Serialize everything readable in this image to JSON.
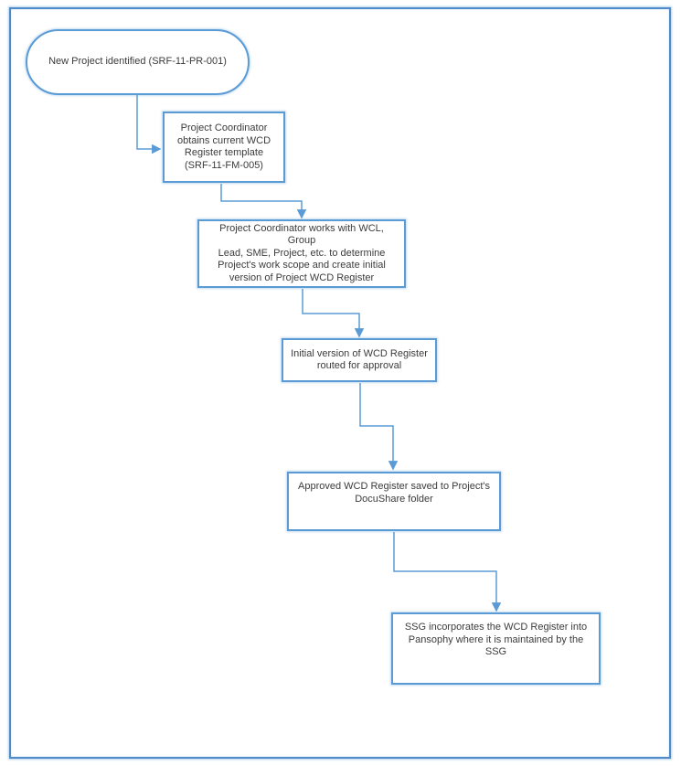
{
  "colors": {
    "shape_border": "#5B9BD5",
    "connector": "#5B9BD5",
    "frame_border": "#4E8BC8",
    "text": "#3B3B3B",
    "background": "#FFFFFF"
  },
  "diagram": {
    "type": "flowchart",
    "nodes": [
      {
        "id": "new-project",
        "shape": "terminator",
        "label": "New Project identified (SRF-11-PR-001)"
      },
      {
        "id": "obtain-template",
        "shape": "process",
        "label": "Project Coordinator\nobtains current WCD\nRegister template\n(SRF-11-FM-005)"
      },
      {
        "id": "create-register",
        "shape": "process",
        "label": "Project Coordinator works with WCL, Group\nLead, SME, Project, etc. to determine\nProject's work scope and create initial\nversion of Project WCD Register"
      },
      {
        "id": "route-approval",
        "shape": "process",
        "label": "Initial version of WCD Register\nrouted for approval"
      },
      {
        "id": "save-docushare",
        "shape": "process",
        "label": "Approved WCD Register saved to Project's\nDocuShare folder"
      },
      {
        "id": "ssg-pansophy",
        "shape": "process",
        "label": "SSG incorporates the WCD Register into\nPansophy where it is maintained by the\nSSG"
      }
    ],
    "connectors": [
      {
        "from": "new-project",
        "to": "obtain-template"
      },
      {
        "from": "obtain-template",
        "to": "create-register"
      },
      {
        "from": "create-register",
        "to": "route-approval"
      },
      {
        "from": "route-approval",
        "to": "save-docushare"
      },
      {
        "from": "save-docushare",
        "to": "ssg-pansophy"
      }
    ]
  }
}
